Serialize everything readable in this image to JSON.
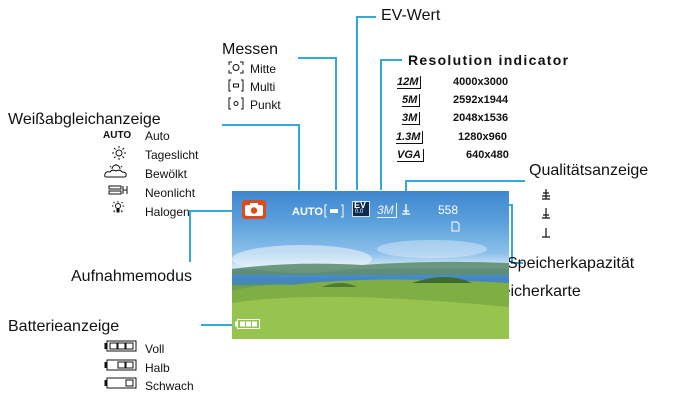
{
  "labels": {
    "ev_wert": "EV-Wert",
    "messen": "Messen",
    "resolution_indicator": "Resolution indicator",
    "weissabgleich": "Weißabgleichanzeige",
    "qualitaet": "Qualitätsanzeige",
    "speicherkapazitaet": "Speicherkapazität",
    "speicherkarte": "Speicherkarte",
    "aufnahmemodus": "Aufnahmemodus",
    "batterieanzeige": "Batterieanzeige"
  },
  "messen_items": [
    {
      "label": "Mitte",
      "icon": "metering-center-icon"
    },
    {
      "label": "Multi",
      "icon": "metering-multi-icon"
    },
    {
      "label": "Punkt",
      "icon": "metering-spot-icon"
    }
  ],
  "resolutions": [
    {
      "code": "12M",
      "value": "4000x3000"
    },
    {
      "code": "5M",
      "value": "2592x1944"
    },
    {
      "code": "3M",
      "value": "2048x1536"
    },
    {
      "code": "1.3M",
      "value": "1280x960"
    },
    {
      "code": "VGA",
      "value": "640x480"
    }
  ],
  "wb_items": [
    {
      "label": "Auto",
      "icon_text": "AUTO"
    },
    {
      "label": "Tageslicht",
      "icon": "sun-icon"
    },
    {
      "label": "Bewölkt",
      "icon": "cloud-icon"
    },
    {
      "label": "Neonlicht",
      "icon": "fluorescent-icon"
    },
    {
      "label": "Halogen",
      "icon": "bulb-icon"
    }
  ],
  "battery_items": [
    {
      "label": "Voll",
      "icon": "battery-full-icon"
    },
    {
      "label": "Halb",
      "icon": "battery-half-icon"
    },
    {
      "label": "Schwach",
      "icon": "battery-low-icon"
    }
  ],
  "screen": {
    "wb": "AUTO",
    "ev": "EV",
    "ev_sub": "0.0",
    "resolution": "3M",
    "shots": "558"
  },
  "colors": {
    "leader_line": "#33a9d9",
    "camera_mode_icon": "#e04a1a"
  }
}
